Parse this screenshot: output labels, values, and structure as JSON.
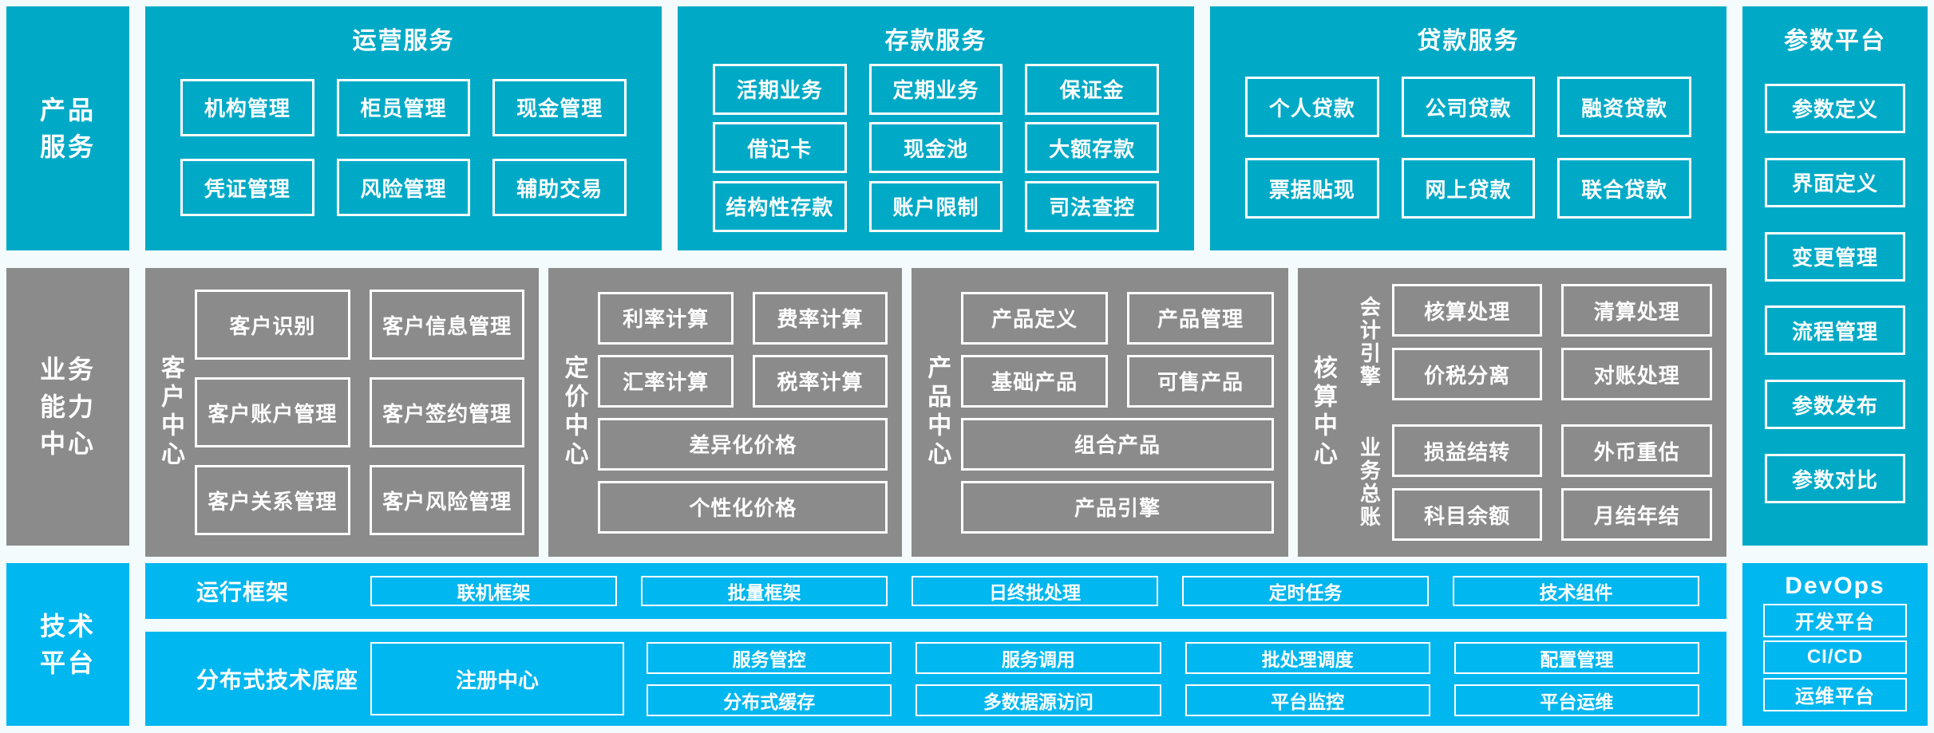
{
  "colors": {
    "teal": "#00AAC6",
    "gray": "#8B8B8B",
    "cyan": "#00B7F0",
    "background": "#F4FBFD",
    "box_border": "#FFFFFF"
  },
  "sides": {
    "product_services": {
      "lines": [
        "产品",
        "服务"
      ]
    },
    "business_capability": {
      "lines": [
        "业务",
        "能力",
        "中心"
      ]
    },
    "tech_platform": {
      "lines": [
        "技术",
        "平台"
      ]
    }
  },
  "operation_services": {
    "title": "运营服务",
    "items": [
      "机构管理",
      "柜员管理",
      "现金管理",
      "凭证管理",
      "风险管理",
      "辅助交易"
    ]
  },
  "deposit_services": {
    "title": "存款服务",
    "items": [
      "活期业务",
      "定期业务",
      "保证金",
      "借记卡",
      "现金池",
      "大额存款",
      "结构性存款",
      "账户限制",
      "司法查控"
    ]
  },
  "loan_services": {
    "title": "贷款服务",
    "items": [
      "个人贷款",
      "公司贷款",
      "融资贷款",
      "票据贴现",
      "网上贷款",
      "联合贷款"
    ]
  },
  "param_platform": {
    "title": "参数平台",
    "items": [
      "参数定义",
      "界面定义",
      "变更管理",
      "流程管理",
      "参数发布",
      "参数对比"
    ]
  },
  "customer_center": {
    "label": "客户中心",
    "items": [
      "客户识别",
      "客户信息管理",
      "客户账户管理",
      "客户签约管理",
      "客户关系管理",
      "客户风险管理"
    ]
  },
  "pricing_center": {
    "label": "定价中心",
    "grid_items": [
      "利率计算",
      "费率计算",
      "汇率计算",
      "税率计算"
    ],
    "wide_items": [
      "差异化价格",
      "个性化价格"
    ]
  },
  "product_center": {
    "label": "产品中心",
    "grid_items": [
      "产品定义",
      "产品管理",
      "基础产品",
      "可售产品"
    ],
    "wide_items": [
      "组合产品",
      "产品引擎"
    ]
  },
  "accounting_center": {
    "label": "核算中心",
    "groups": [
      {
        "label": "会计引擎",
        "items": [
          "核算处理",
          "清算处理",
          "价税分离",
          "对账处理"
        ]
      },
      {
        "label": "业务总账",
        "items": [
          "损益结转",
          "外币重估",
          "科目余额",
          "月结年结"
        ]
      }
    ]
  },
  "runtime_framework": {
    "label": "运行框架",
    "items": [
      "联机框架",
      "批量框架",
      "日终批处理",
      "定时任务",
      "技术组件"
    ]
  },
  "distributed_base": {
    "label": "分布式技术底座",
    "registry": "注册中心",
    "grid": [
      [
        "服务管控",
        "服务调用",
        "批处理调度",
        "配置管理"
      ],
      [
        "分布式缓存",
        "多数据源访问",
        "平台监控",
        "平台运维"
      ]
    ]
  },
  "devops": {
    "title": "DevOps",
    "items": [
      "开发平台",
      "CI/CD",
      "运维平台"
    ]
  }
}
